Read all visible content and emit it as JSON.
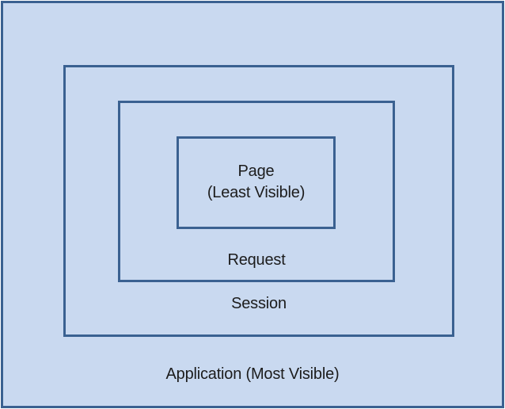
{
  "diagram": {
    "colors": {
      "fill": "#C9D9F0",
      "border": "#3A6191",
      "text": "#1C1C1C"
    },
    "scopes": {
      "application": {
        "label": "Application (Most Visible)"
      },
      "session": {
        "label": "Session"
      },
      "request": {
        "label": "Request"
      },
      "page": {
        "label_line1": "Page",
        "label_line2": "(Least Visible)"
      }
    }
  }
}
